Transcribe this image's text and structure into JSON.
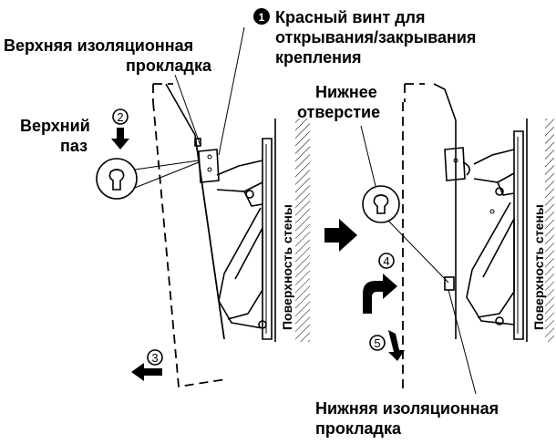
{
  "labels": {
    "red_screw_num": "1",
    "red_screw_line1": "Красный винт для",
    "red_screw_line2": "открывания/закрывания",
    "red_screw_line3": "крепления",
    "upper_pad_line1": "Верхняя изоляционная",
    "upper_pad_line2": "прокладка",
    "upper_slot_line1": "Верхний",
    "upper_slot_line2": "паз",
    "lower_hole_line1": "Нижнее",
    "lower_hole_line2": "отверстие",
    "lower_pad_line1": "Нижняя изоляционная",
    "lower_pad_line2": "прокладка",
    "wall_left": "Поверхность стены",
    "wall_right": "Поверхность стены"
  },
  "steps": {
    "s2": "2",
    "s3": "3",
    "s4": "4",
    "s5": "5"
  }
}
